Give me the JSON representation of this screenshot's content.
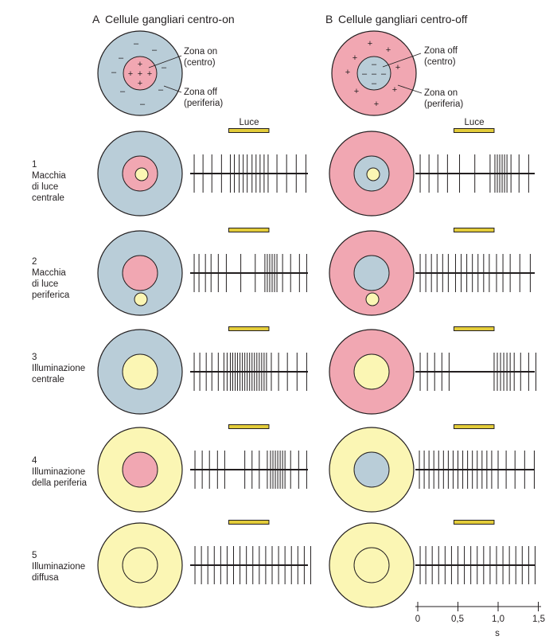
{
  "colors": {
    "blue": "#b9cdd8",
    "pink": "#f1a7b2",
    "yellow": "#fbf6b4",
    "bar": "#e3cc3a",
    "ink": "#231f20"
  },
  "panels": [
    {
      "letter": "A",
      "title": "Cellule gangliari centro-on",
      "center_zone": [
        "Zona on",
        "(centro)"
      ],
      "surround_zone": [
        "Zona off",
        "(periferia)"
      ],
      "center_sign": "+",
      "surround_sign": "–",
      "center_color": "pink",
      "surround_color": "blue"
    },
    {
      "letter": "B",
      "title": "Cellule gangliari centro-off",
      "center_zone": [
        "Zona off",
        "(centro)"
      ],
      "surround_zone": [
        "Zona on",
        "(periferia)"
      ],
      "center_sign": "–",
      "surround_sign": "+",
      "center_color": "blue",
      "surround_color": "pink"
    }
  ],
  "light_label": "Luce",
  "time_axis": {
    "ticks": [
      "0",
      "0,5",
      "1,0",
      "1,5"
    ],
    "tick_values_s": [
      0,
      0.5,
      1.0,
      1.5
    ],
    "unit": "s"
  },
  "light_interval_s": [
    0.45,
    0.95
  ],
  "rows": [
    {
      "number": "1",
      "label": [
        "Macchia",
        "di luce",
        "centrale"
      ],
      "stimulus": "center-spot",
      "spikes": [
        [
          0.02,
          0.13,
          0.24,
          0.36,
          0.47,
          0.52,
          0.58,
          0.63,
          0.68,
          0.74,
          0.79,
          0.84,
          0.89,
          0.94,
          1.05,
          1.17,
          1.29,
          1.41
        ],
        [
          0.03,
          0.14,
          0.25,
          0.37,
          0.52,
          0.71,
          0.9,
          0.96,
          0.99,
          1.02,
          1.05,
          1.08,
          1.11,
          1.16,
          1.26,
          1.38
        ]
      ]
    },
    {
      "number": "2",
      "label": [
        "Macchia",
        "di luce",
        "periferica"
      ],
      "stimulus": "surround-spot",
      "spikes": [
        [
          0.02,
          0.08,
          0.16,
          0.23,
          0.32,
          0.42,
          0.6,
          0.78,
          0.9,
          0.93,
          0.96,
          0.99,
          1.02,
          1.05,
          1.12,
          1.22,
          1.33,
          1.42
        ],
        [
          0.03,
          0.1,
          0.17,
          0.24,
          0.31,
          0.38,
          0.47,
          0.54,
          0.61,
          0.68,
          0.75,
          0.82,
          0.89,
          0.98,
          1.06,
          1.15,
          1.27,
          1.4
        ]
      ]
    },
    {
      "number": "3",
      "label": [
        "Illuminazione",
        "centrale"
      ],
      "stimulus": "center-full",
      "spikes": [
        [
          0.02,
          0.09,
          0.17,
          0.24,
          0.32,
          0.39,
          0.43,
          0.47,
          0.5,
          0.53,
          0.56,
          0.59,
          0.62,
          0.65,
          0.68,
          0.71,
          0.74,
          0.77,
          0.8,
          0.83,
          0.86,
          0.89,
          0.92,
          0.98,
          1.07,
          1.18,
          1.3,
          1.42
        ],
        [
          0.03,
          0.12,
          0.21,
          0.3,
          0.39,
          0.95,
          0.99,
          1.03,
          1.07,
          1.11,
          1.15,
          1.2,
          1.28,
          1.38,
          1.47
        ]
      ]
    },
    {
      "number": "4",
      "label": [
        "Illuminazione",
        "della periferia"
      ],
      "stimulus": "surround-full",
      "spikes": [
        [
          0.03,
          0.12,
          0.21,
          0.31,
          0.4,
          0.65,
          0.74,
          0.83,
          0.93,
          0.97,
          1.0,
          1.03,
          1.06,
          1.09,
          1.12,
          1.15,
          1.22,
          1.32,
          1.42
        ],
        [
          0.02,
          0.08,
          0.14,
          0.2,
          0.26,
          0.32,
          0.38,
          0.44,
          0.5,
          0.56,
          0.62,
          0.68,
          0.74,
          0.8,
          0.86,
          0.92,
          1.0,
          1.1,
          1.21,
          1.33,
          1.45
        ]
      ]
    },
    {
      "number": "5",
      "label": [
        "Illuminazione",
        "diffusa"
      ],
      "stimulus": "diffuse",
      "spikes": [
        [
          0.03,
          0.11,
          0.19,
          0.27,
          0.35,
          0.43,
          0.51,
          0.59,
          0.67,
          0.75,
          0.83,
          0.91,
          0.99,
          1.07,
          1.15,
          1.23,
          1.31,
          1.39,
          1.47
        ],
        [
          0.03,
          0.1,
          0.18,
          0.26,
          0.34,
          0.42,
          0.5,
          0.58,
          0.66,
          0.74,
          0.82,
          0.9,
          0.98,
          1.06,
          1.14,
          1.22,
          1.3,
          1.38,
          1.46
        ]
      ]
    }
  ]
}
